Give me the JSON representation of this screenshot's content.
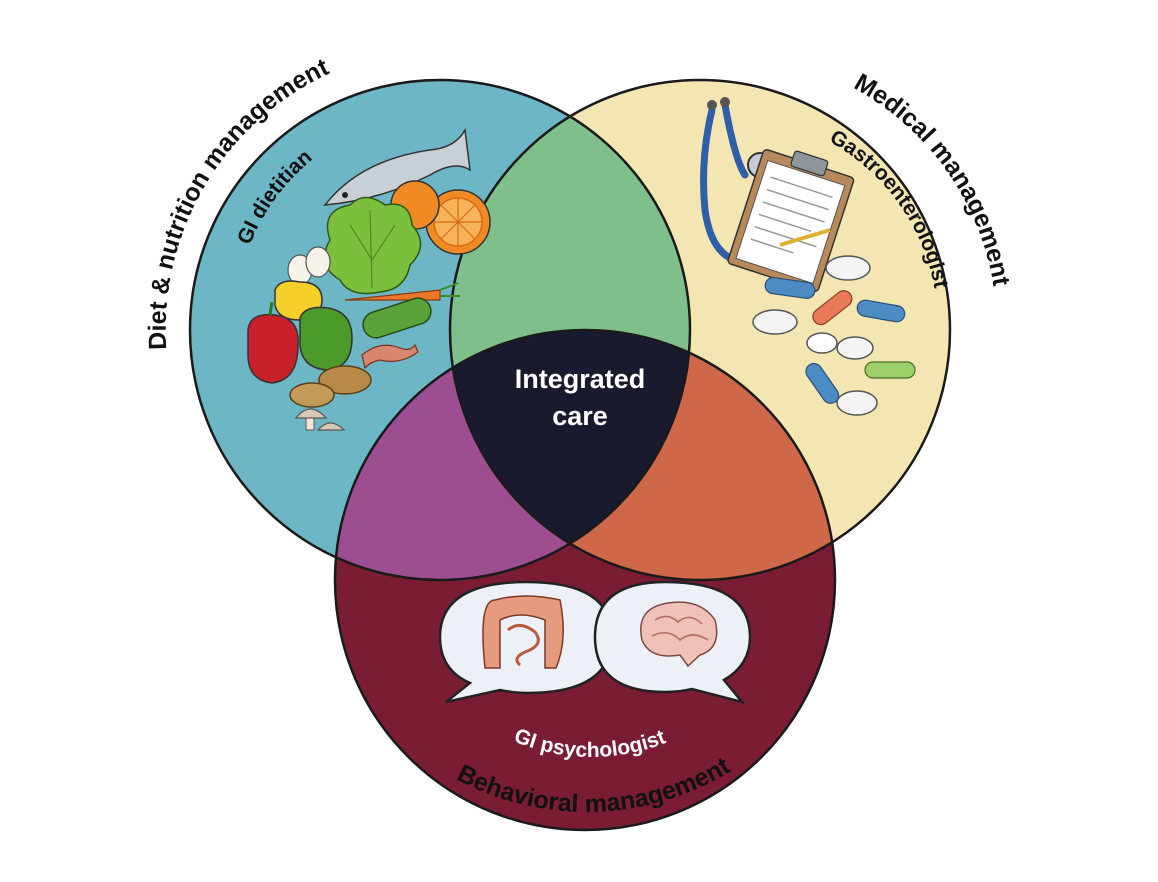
{
  "diagram": {
    "outer_labels": {
      "diet": "Diet & nutrition management",
      "medical": "Medical management",
      "behavioral": "Behavioral management"
    },
    "inner_labels": {
      "diet": "GI dietitian",
      "medical": "Gastroenterologist",
      "behavioral": "GI psychologist"
    },
    "center": {
      "line1": "Integrated",
      "line2": "care"
    },
    "colors": {
      "diet_circle": "#6cb6c6",
      "medical_circle": "#f3e6b3",
      "behavioral_circle": "#7a1c34",
      "diet_medical_overlap": "#7fbf8c",
      "medical_behavioral_overlap": "#cf6848",
      "diet_behavioral_overlap": "#9c4e90",
      "center_overlap": "#1a1a2e",
      "outline": "#1a1a1a"
    },
    "icons": {
      "diet": "food-icon",
      "medical": "stethoscope-clipboard-pills-icon",
      "behavioral": "gut-brain-speech-bubbles-icon"
    }
  }
}
